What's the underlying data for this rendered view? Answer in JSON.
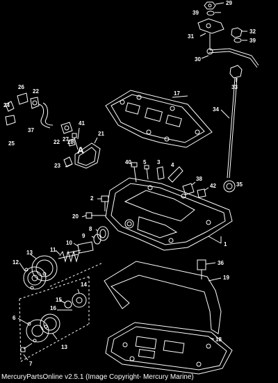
{
  "caption": "MercuryPartsOnline v2.5.1 (Image Copyright- Mercury Marine)",
  "callouts": {
    "c29": "29",
    "c39a": "39",
    "c32": "32",
    "c39b": "39",
    "c31": "31",
    "c30": "30",
    "c33": "33",
    "c26": "26",
    "c22a": "22",
    "c24": "24",
    "c17": "17",
    "c34": "34",
    "c37": "37",
    "c25": "25",
    "c41": "41",
    "c21": "21",
    "c22b": "22",
    "c27": "27",
    "c28": "28",
    "cA": "A",
    "c23": "23",
    "c40": "40",
    "c5": "5",
    "c3": "3",
    "c4": "4",
    "c38": "38",
    "c42": "42",
    "c35": "35",
    "c2": "2",
    "c20": "20",
    "c8": "8",
    "c9": "9",
    "c10": "10",
    "c11": "11",
    "c13a": "13",
    "c1": "1",
    "c12": "12",
    "c36": "36",
    "c19": "19",
    "c14": "14",
    "c15": "15",
    "c16": "16",
    "c6": "6",
    "c13b": "13",
    "c18": "18",
    "c7": "7"
  }
}
